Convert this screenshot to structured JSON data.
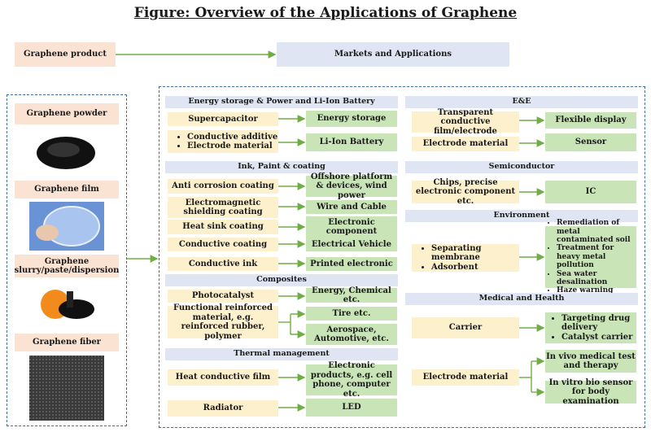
{
  "title": "Figure: Overview of the Applications of Graphene",
  "top": {
    "product": "Graphene product",
    "markets": "Markets and Applications"
  },
  "products": {
    "powder": "Graphene powder",
    "film": "Graphene film",
    "slurry": "Graphene slurry/paste/dispersion",
    "fiber": "Graphene fiber"
  },
  "energy": {
    "header": "Energy storage & Power and Li-Ion Battery",
    "supercapacitor": "Supercapacitor",
    "energy_storage": "Energy storage",
    "additive": "Conductive additive",
    "electrode": "Electrode material",
    "liion": "Li-Ion Battery"
  },
  "ink": {
    "header": "Ink, Paint & coating",
    "anticorr": "Anti corrosion coating",
    "offshore": "Offshore platform & devices, wind power",
    "emshield": "Electromagnetic shielding coating",
    "wire": "Wire and Cable",
    "heatsink": "Heat sink coating",
    "electronic": "Electronic component",
    "conductive": "Conductive coating",
    "ev": "Electrical Vehicle",
    "ink": "Conductive ink",
    "printed": "Printed electronic"
  },
  "composites": {
    "header": "Composites",
    "photocatalyst": "Photocatalyst",
    "energy_chem": "Energy, Chemical etc.",
    "functional": "Functional reinforced material, e.g. reinforced rubber, polymer",
    "tire": "Tire etc.",
    "aero": "Aerospace, Automotive, etc."
  },
  "thermal": {
    "header": "Thermal management",
    "film": "Heat conductive film",
    "electronic_products": "Electronic products, e.g. cell phone, computer etc.",
    "radiator": "Radiator",
    "led": "LED"
  },
  "ee": {
    "header": "E&E",
    "transparent": "Transparent conductive film/electrode",
    "flexible": "Flexible display",
    "electrode": "Electrode material",
    "sensor": "Sensor"
  },
  "semi": {
    "header": "Semiconductor",
    "chips": "Chips, precise electronic component etc.",
    "ic": "IC"
  },
  "env": {
    "header": "Environment",
    "membrane": "Separating membrane",
    "adsorbent": "Adsorbent",
    "items": [
      "Remediation of metal contaminated soil",
      "Treatment for heavy metal pollution",
      "Sea water desalination",
      "Haze warning"
    ]
  },
  "med": {
    "header": "Medical and Health",
    "carrier": "Carrier",
    "targeting": "Targeting drug delivery",
    "catalyst": "Catalyst carrier",
    "electrode": "Electrode material",
    "invivo": "In vivo medical test and therapy",
    "invitro": "In vitro bio sensor for body examination"
  },
  "colors": {
    "peach": "#fbe3d4",
    "lavender": "#dfe5f3",
    "yellow": "#fdf0cd",
    "green": "#c9e4b7",
    "arrow": "#70ad47",
    "dash": "#3f6fa7"
  },
  "icons": [
    "powder-image",
    "film-image",
    "slurry-image",
    "fiber-image"
  ]
}
